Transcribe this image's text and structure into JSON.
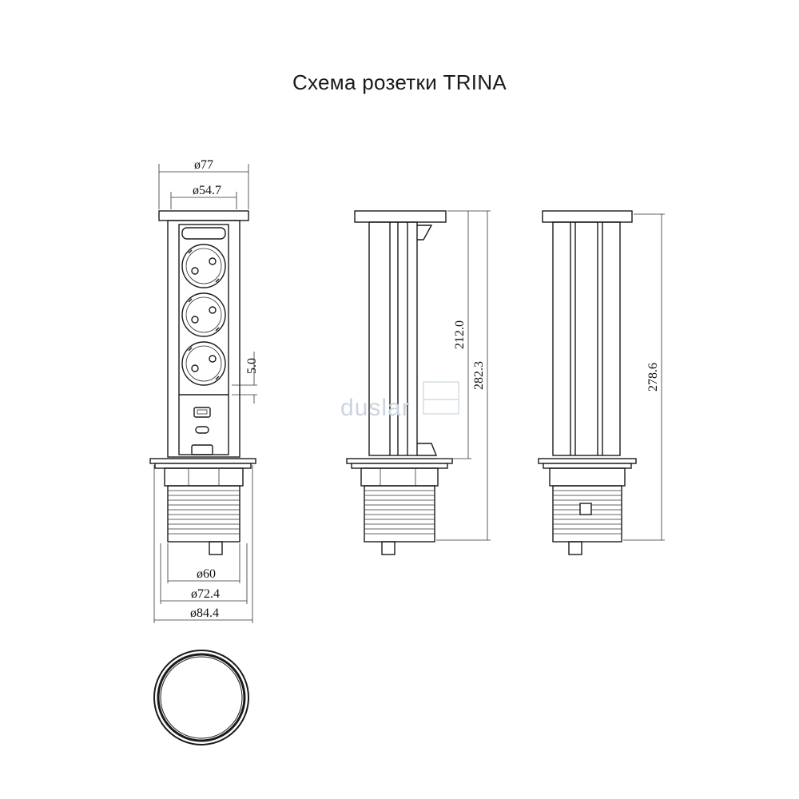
{
  "title": "Схема розетки TRINA",
  "dimensions": {
    "top_outer": "ø77",
    "top_inner": "ø54.7",
    "socket_gap": "5.0",
    "body_height": "212.0",
    "total_height_side": "282.3",
    "total_height_back": "278.6",
    "thread_inner": "ø60",
    "thread_outer": "ø72.4",
    "flange": "ø84.4"
  },
  "watermark": "duslar",
  "colors": {
    "line": "#1a1a1a",
    "watermark": "#c9d4de"
  }
}
